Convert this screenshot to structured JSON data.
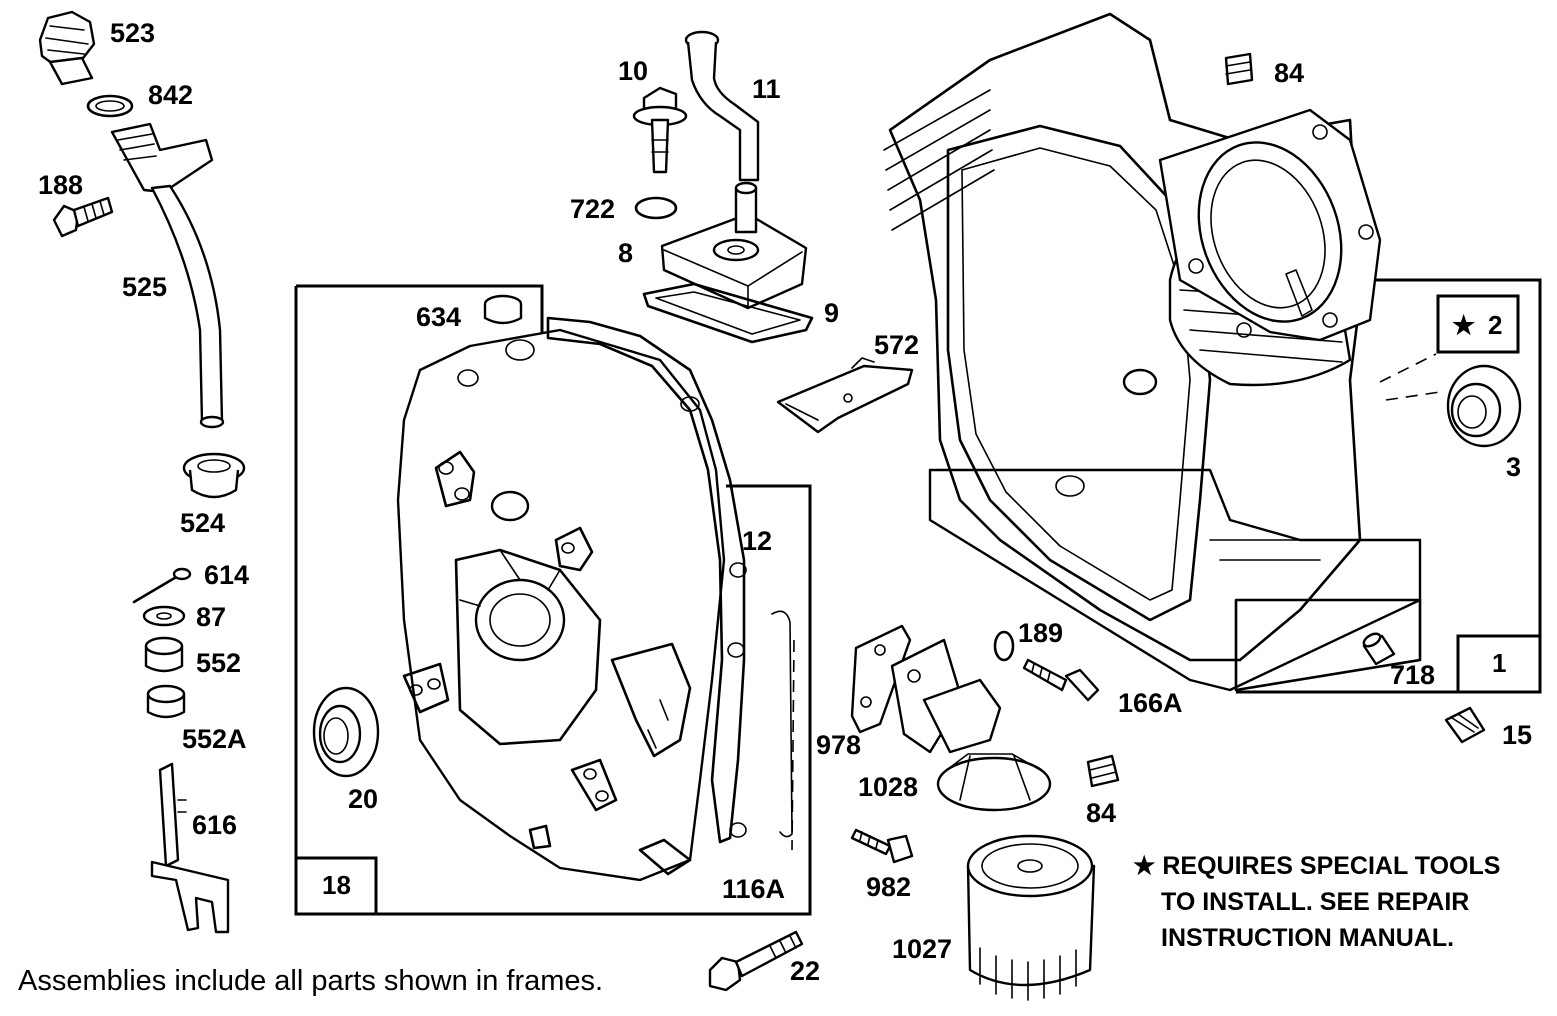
{
  "diagram": {
    "callouts": {
      "p523": "523",
      "p842": "842",
      "p188": "188",
      "p525": "525",
      "p524": "524",
      "p614": "614",
      "p87": "87",
      "p552": "552",
      "p552a": "552A",
      "p616": "616",
      "p10": "10",
      "p11": "11",
      "p722": "722",
      "p8": "8",
      "p9": "9",
      "p634": "634",
      "p572": "572",
      "p12": "12",
      "p20": "20",
      "p116a": "116A",
      "p22": "22",
      "p84top": "84",
      "p3": "3",
      "p189": "189",
      "p166a": "166A",
      "p978": "978",
      "p1028": "1028",
      "p84bottom": "84",
      "p982": "982",
      "p1027": "1027",
      "p718": "718",
      "p15": "15"
    },
    "frames": {
      "f18": "18",
      "f1": "1",
      "f2": "2"
    },
    "star_glyph": "★",
    "note_lines": [
      "REQUIRES SPECIAL TOOLS",
      "TO INSTALL.  SEE REPAIR",
      "INSTRUCTION MANUAL."
    ],
    "caption": "Assemblies include all parts shown in frames."
  }
}
